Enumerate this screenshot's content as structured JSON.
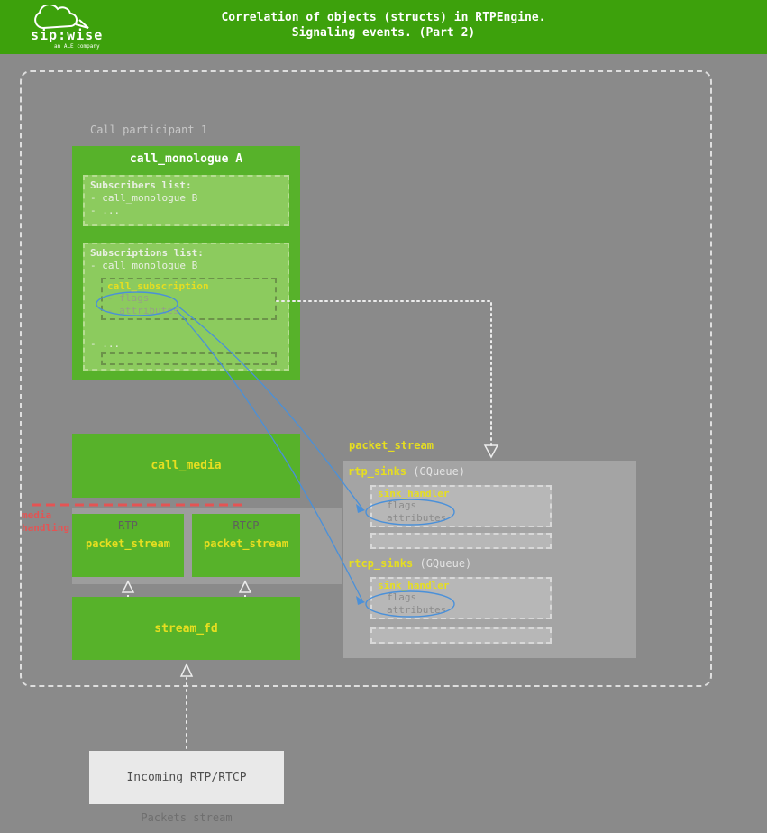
{
  "colors": {
    "header_green": "#3da10c",
    "box_green": "#57b22a",
    "inner_green": "#8ccb5e",
    "accent_yellow": "#e6de20",
    "accent_red": "#e45454",
    "accent_blue": "#4a90d9",
    "panel_gray": "#a4a4a4"
  },
  "header": {
    "title_line1": "Correlation of objects (structs) in RTPEngine.",
    "title_line2": "Signaling events. (Part 2)",
    "logo_text": "sip:wise",
    "logo_subtext": "an ALE company"
  },
  "diagram": {
    "participant_label": "Call participant 1",
    "call_monologue": {
      "title": "call_monologue A",
      "subscribers": {
        "title": "Subscribers list:",
        "items": [
          "- call_monologue B",
          "- ..."
        ]
      },
      "subscriptions": {
        "title": "Subscriptions list:",
        "item": "- call monologue B",
        "call_subscription": {
          "title": "call_subscription",
          "fields": [
            "- flags",
            "- attributes"
          ]
        },
        "more": "- ..."
      }
    },
    "call_media": {
      "title": "call_media"
    },
    "media_handling": {
      "label": "media handling"
    },
    "rtp_stream": {
      "label": "RTP",
      "title": "packet_stream"
    },
    "rtcp_stream": {
      "label": "RTCP",
      "title": "packet_stream"
    },
    "stream_fd": {
      "title": "stream_fd"
    },
    "incoming": {
      "title": "Incoming RTP/RTCP",
      "caption": "Packets stream"
    },
    "packet_stream_panel": {
      "label": "packet_stream",
      "rtp_sinks": {
        "name": "rtp_sinks",
        "type": "(GQueue)"
      },
      "sink_handler_rtp": {
        "title": "sink_handler",
        "fields": [
          "flags",
          "attributes"
        ]
      },
      "rtcp_sinks": {
        "name": "rtcp_sinks",
        "type": "(GQueue)"
      },
      "sink_handler_rtcp": {
        "title": "sink_handler",
        "fields": [
          "flags",
          "attributes"
        ]
      }
    }
  }
}
